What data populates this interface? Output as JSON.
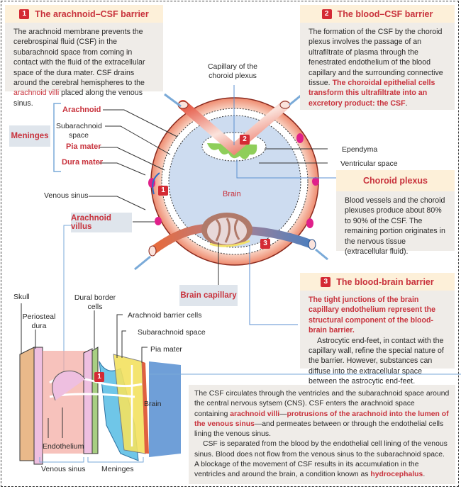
{
  "boxes": {
    "arachnoid_csf": {
      "number": "1",
      "title": "The arachnoid–CSF barrier",
      "text": "The arachnoid membrane prevents the cerebrospinal fluid (CSF) in the subarachnoid space from coming in contact with the fluid of the extracellular space of the dura mater. CSF drains around the cerebral hemispheres to the ",
      "highlight": "arachnoid villi",
      "text_end": " placed along the venous sinus."
    },
    "blood_csf": {
      "number": "2",
      "title": "The blood–CSF barrier",
      "text": "The formation of the CSF by the choroid plexus involves the passage of an ultrafiltrate of plasma through the fenestrated endothelium of the blood capillary and the surrounding connective tissue. ",
      "highlight": "The choroidal epithelial cells transform this ultrafiltrate into an excretory product: the CSF",
      "text_end": "."
    },
    "choroid_plexus": {
      "title": "Choroid plexus",
      "text": "Blood vessels and the choroid plexuses produce about 80% to 90% of the CSF. The remaining portion originates in the nervous tissue (extracellular fluid)."
    },
    "blood_brain": {
      "number": "3",
      "title": "The blood-brain barrier",
      "highlight": "The tight junctions of the brain capillary endothelium represent the structural component of the blood-brain barrier",
      "text": "Astrocytic end-feet, in contact with the capillary wall, refine the special nature of the barrier. However, substances can diffuse into the extracellular space between the astrocytic end-feet."
    },
    "csf_circulation": {
      "p1_start": "The CSF circulates through the ventricles and the subarachnoid space around the central nervous sytsem (CNS).  CSF enters the arachnoid space containing ",
      "p1_hl1": "arachnoid villi",
      "p1_dash": "—",
      "p1_hl2": "protrusions of the arachnoid into the lumen of the venous sinus",
      "p1_end": "—and permeates between or through the endothelial cells lining the venous sinus.",
      "p2_start": "CSF is separated from the blood by the endothelial cell lining of the venous sinus. Blood does not flow from the venous sinus to the subarachnoid space. A blockage of the movement of CSF results in its accumulation in the ventricles and around the brain, a condition known as ",
      "p2_hl": "hydrocephalus",
      "p2_end": "."
    }
  },
  "labels": {
    "meninges_tag": "Meninges",
    "arachnoid": "Arachnoid",
    "subarachnoid_space": "Subarachnoid space",
    "pia_mater": "Pia mater",
    "dura_mater": "Dura mater",
    "venous_sinus": "Venous sinus",
    "arachnoid_villus": "Arachnoid villus",
    "capillary_choroid": "Capillary of the choroid plexus",
    "ependyma": "Ependyma",
    "ventricular_space": "Ventricular space",
    "brain": "Brain",
    "brain_capillary": "Brain capillary",
    "badge1": "1",
    "badge2": "2",
    "badge3": "3"
  },
  "detail_labels": {
    "skull": "Skull",
    "periosteal_dura": "Periosteal dura",
    "dural_border_cells": "Dural border cells",
    "arachnoid_barrier_cells": "Arachnoid barrier cells",
    "subarachnoid_space": "Subarachnoid space",
    "pia_mater": "Pia mater",
    "brain": "Brain",
    "endothelium": "Endothelium",
    "venous_sinus": "Venous sinus",
    "meninges": "Meninges",
    "badge1": "1"
  },
  "colors": {
    "accent_red": "#c8323c",
    "badge_red": "#d42a34",
    "box_header": "#fdf0d9",
    "box_body": "#efece8",
    "brain_blue": "#cddcf0",
    "connector_blue": "#5b8fd0"
  }
}
